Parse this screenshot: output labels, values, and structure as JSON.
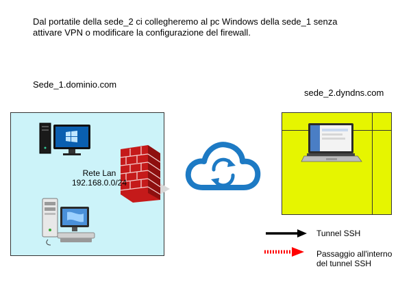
{
  "intro": {
    "line1": "Dal portatile della sede_2 ci collegheremo al pc Windows della sede_1 senza",
    "line2": "attivare VPN o modificare la configurazione del firewall."
  },
  "site1": {
    "host": "Sede_1.dominio.com",
    "lan_title": "Rete Lan",
    "lan_subnet": "192.168.0.0/24",
    "bg_color": "#ccf3f9"
  },
  "site2": {
    "host": "sede_2.dyndns.com",
    "bg_color": "#e6f500"
  },
  "legend": {
    "ssh_tunnel": "Tunnel SSH",
    "passage_line1": "Passaggio all'interno",
    "passage_line2": "del tunnel SSH",
    "ssh_color": "#000000",
    "passage_color": "#ff0000"
  },
  "icons": {
    "desktop": "windows-desktop-icon",
    "server": "server-workstation-icon",
    "firewall": "firewall-brick-icon",
    "cloud": "cloud-sync-icon",
    "laptop": "laptop-icon"
  }
}
